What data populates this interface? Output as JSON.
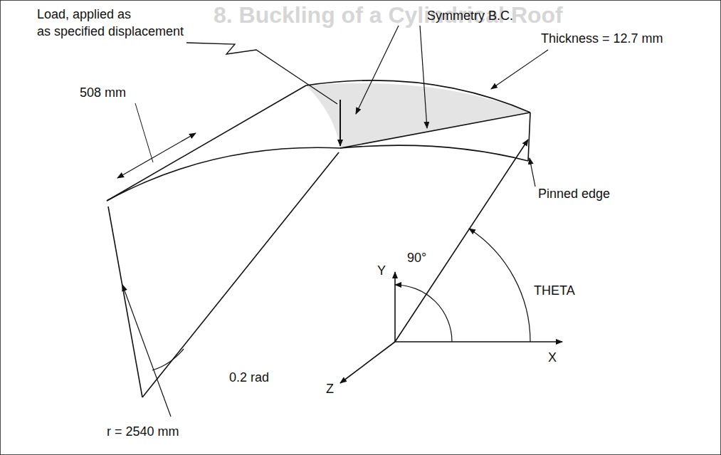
{
  "diagram": {
    "title": "8. Buckling of a Cylindrical Roof",
    "labels": [
      "Load, applied as",
      "as specified displacement",
      "Symmetry B.C.",
      "Thickness = 12.7 mm",
      "508 mm",
      "Pinned edge",
      "Y",
      "90°",
      "THETA",
      "X",
      "Z",
      "0.2 rad",
      "r = 2540 mm"
    ]
  }
}
